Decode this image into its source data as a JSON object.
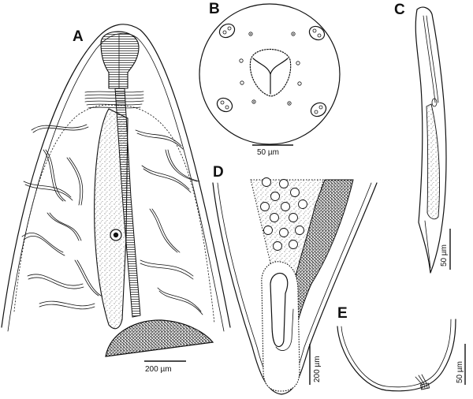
{
  "panels": {
    "a": {
      "letter": "A",
      "scale": "200 µm"
    },
    "b": {
      "letter": "B",
      "scale": "50 µm"
    },
    "c": {
      "letter": "C",
      "scale": "50 µm"
    },
    "d": {
      "letter": "D",
      "scale": "200 µm"
    },
    "e": {
      "letter": "E",
      "scale": "50 µm"
    }
  }
}
